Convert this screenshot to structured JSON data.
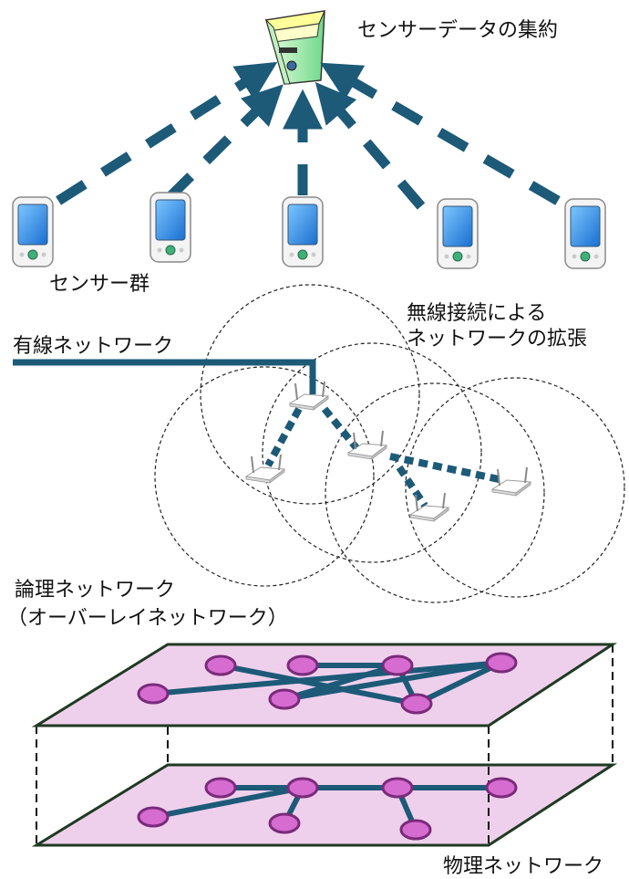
{
  "labels": {
    "aggregation": "センサーデータの集約",
    "sensors": "センサー群",
    "wired": "有線ネットワーク",
    "wireless_line1": "無線接続による",
    "wireless_line2": "ネットワークの拡張",
    "logical_line1": "論理ネットワーク",
    "logical_line2": "（オーバーレイネットワーク）",
    "physical": "物理ネットワーク"
  },
  "colors": {
    "link": "#1c5a78",
    "plane_fill": "#efd0ec",
    "plane_edge": "#1f3a22",
    "node_fill": "#d66bd0",
    "node_edge": "#7a2b7a",
    "device_screen": "#2a8fe0"
  },
  "icons": {
    "server": "server-icon",
    "sensor": "pda-sensor-icon",
    "access_point": "wireless-access-point-icon"
  }
}
